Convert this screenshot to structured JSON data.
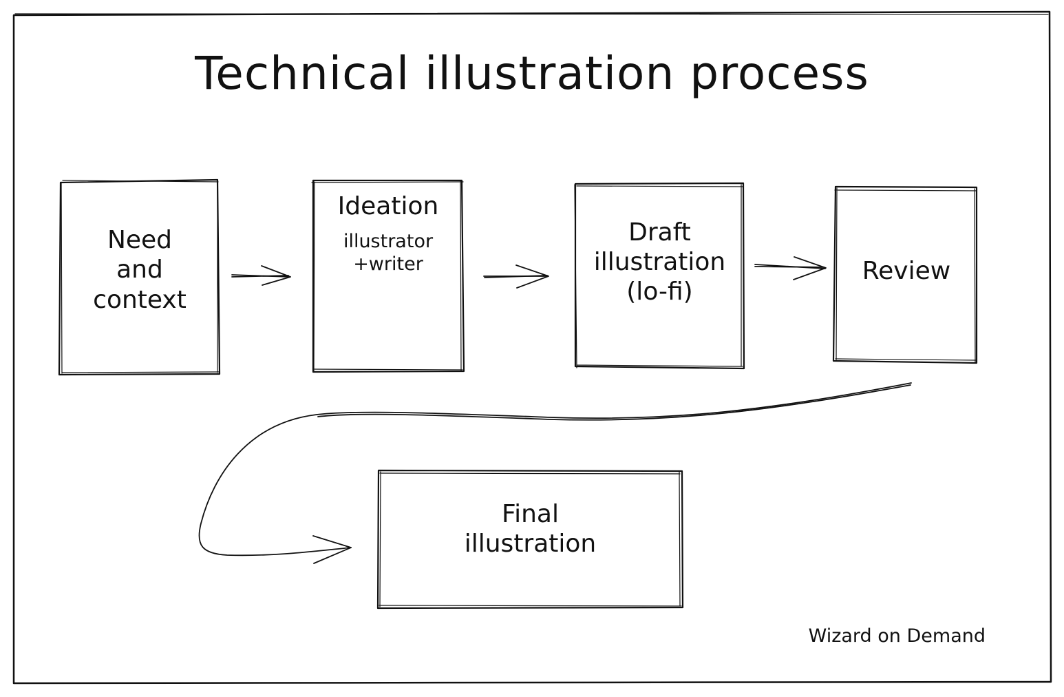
{
  "title": "Technical illustration process",
  "credit": "Wizard on Demand",
  "nodes": {
    "need": {
      "lines": [
        "Need",
        "and",
        "context"
      ]
    },
    "ideation": {
      "heading": "Ideation",
      "sub": [
        "illustrator",
        "+writer"
      ]
    },
    "draft": {
      "lines": [
        "Draft",
        "illustration",
        "(lo-fi)"
      ]
    },
    "review": {
      "lines": [
        "Review"
      ]
    },
    "final": {
      "lines": [
        "Final",
        "illustration"
      ]
    }
  },
  "colors": {
    "stroke": "#111111",
    "background": "#ffffff"
  }
}
